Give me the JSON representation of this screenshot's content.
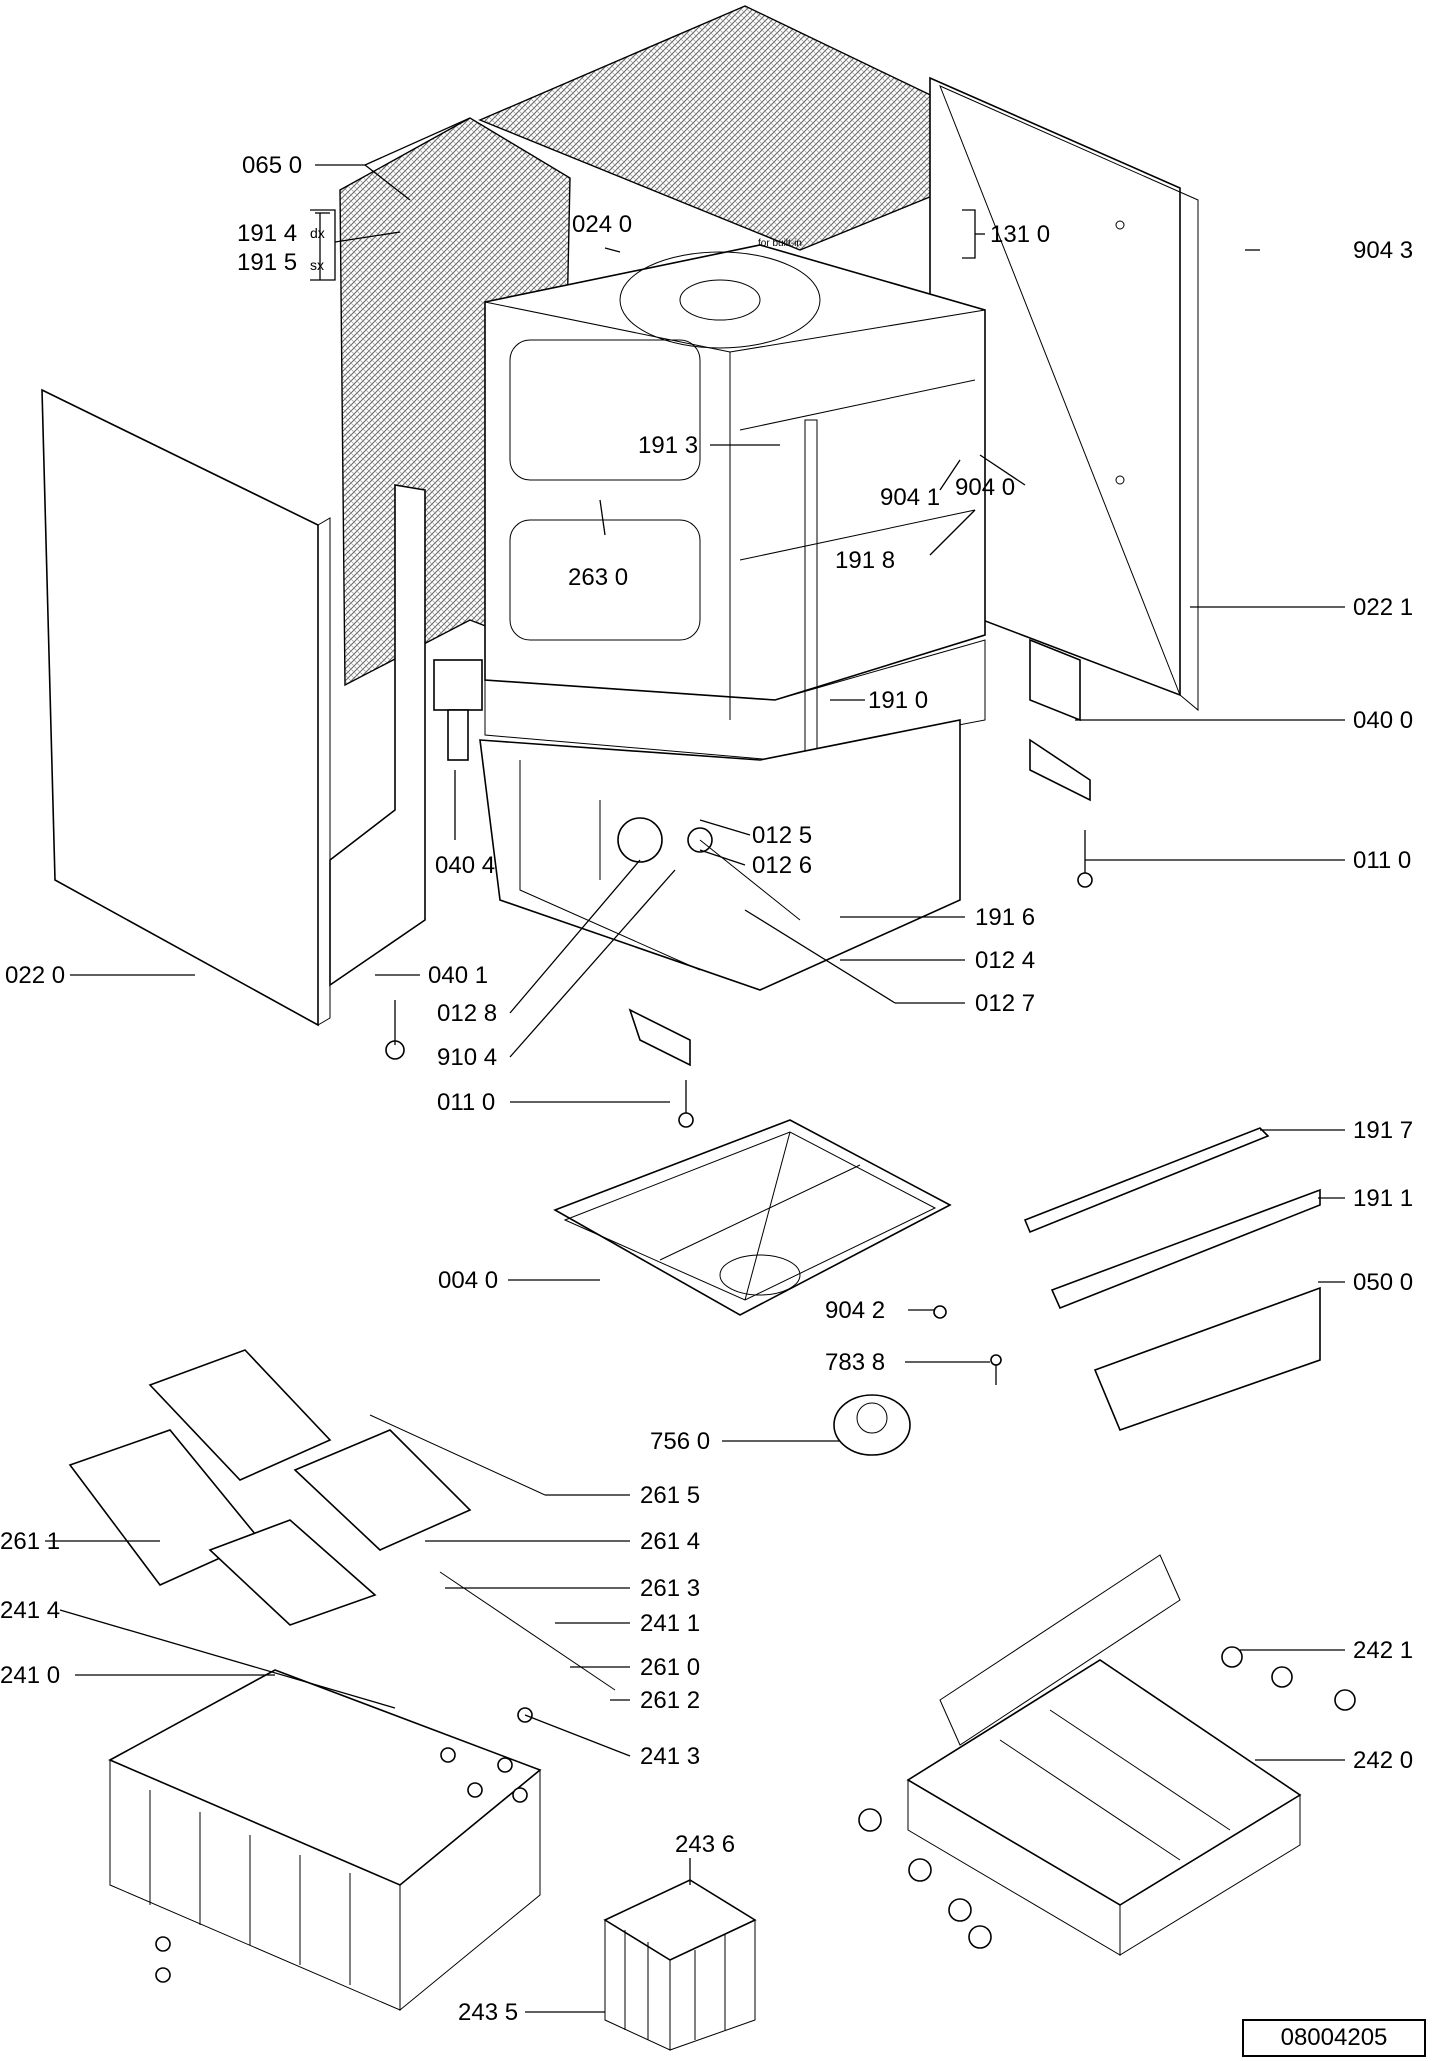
{
  "document_id": "08004205",
  "labels": {
    "l0650": "065 0",
    "l1914": "191 4",
    "l1914_sub": "dx",
    "l1915": "191 5",
    "l1915_sub": "sx",
    "l0240": "024 0",
    "l1310": "131 0",
    "l9043": "904 3",
    "l1913": "191 3",
    "l9041": "904 1",
    "l9040": "904 0",
    "l1918": "191 8",
    "l2630": "263 0",
    "l0221": "022 1",
    "l1910": "191 0",
    "l0400": "040 0",
    "l0125": "012 5",
    "l0126": "012 6",
    "l0404": "040 4",
    "l0110a": "011 0",
    "l1916": "191 6",
    "l0124": "012 4",
    "l0127": "012 7",
    "l0220": "022 0",
    "l0401": "040 1",
    "l0128": "012 8",
    "l9104": "910 4",
    "l0110b": "011 0",
    "l1917": "191 7",
    "l1911": "191 1",
    "l0040": "004 0",
    "l9042": "904 2",
    "l0500": "050 0",
    "l7838": "783 8",
    "l7560": "756 0",
    "l2615": "261 5",
    "l2611": "261 1",
    "l2614": "261 4",
    "l2613": "261 3",
    "l2414": "241 4",
    "l2411": "241 1",
    "l2410": "241 0",
    "l2610": "261 0",
    "l2612": "261 2",
    "l2413": "241 3",
    "l2421": "242 1",
    "l2420": "242 0",
    "l2436": "243 6",
    "l2435": "243 5"
  },
  "parts": {
    "rear_insulation": "rear-insulation-panel",
    "tub": "tub",
    "door_panel": "door-panel",
    "side_panel": "side-panel",
    "base_tray": "base-tray",
    "lower_basket": "lower-basket",
    "upper_basket": "upper-basket",
    "cutlery_basket": "cutlery-basket"
  },
  "tub_marking": "for built-in"
}
